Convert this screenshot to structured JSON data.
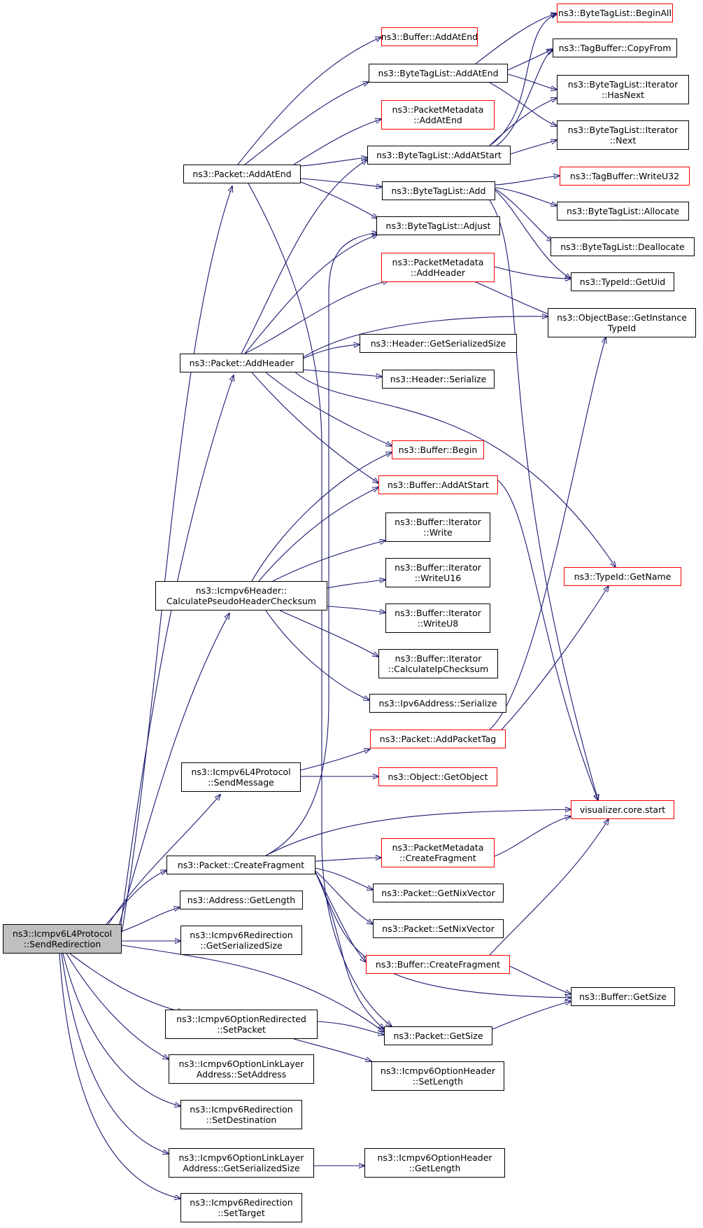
{
  "colors": {
    "edge": "#191970",
    "node_border": "#000000",
    "node_border_incomplete": "#ff0000",
    "root_fill": "#bfbfbf",
    "background": "#ffffff"
  },
  "nodes": {
    "send_redirection": [
      "ns3::Icmpv6L4Protocol",
      "::SendRedirection"
    ],
    "packet_addatend": [
      "ns3::Packet::AddAtEnd"
    ],
    "packet_addheader": [
      "ns3::Packet::AddHeader"
    ],
    "calc_pseudo": [
      "ns3::Icmpv6Header::",
      "CalculatePseudoHeaderChecksum"
    ],
    "send_message": [
      "ns3::Icmpv6L4Protocol",
      "::SendMessage"
    ],
    "create_fragment": [
      "ns3::Packet::CreateFragment"
    ],
    "address_getlength": [
      "ns3::Address::GetLength"
    ],
    "redir_getserialized": [
      "ns3::Icmpv6Redirection",
      "::GetSerializedSize"
    ],
    "optredirected_setpacket": [
      "ns3::Icmpv6OptionRedirected",
      "::SetPacket"
    ],
    "linklayer_setaddress": [
      "ns3::Icmpv6OptionLinkLayer",
      "Address::SetAddress"
    ],
    "redir_setdestination": [
      "ns3::Icmpv6Redirection",
      "::SetDestination"
    ],
    "linklayer_getserialized": [
      "ns3::Icmpv6OptionLinkLayer",
      "Address::GetSerializedSize"
    ],
    "redir_settarget": [
      "ns3::Icmpv6Redirection",
      "::SetTarget"
    ],
    "buffer_addatend": [
      "ns3::Buffer::AddAtEnd"
    ],
    "btl_addatend": [
      "ns3::ByteTagList::AddAtEnd"
    ],
    "pm_addatend": [
      "ns3::PacketMetadata",
      "::AddAtEnd"
    ],
    "btl_addatstart": [
      "ns3::ByteTagList::AddAtStart"
    ],
    "btl_add": [
      "ns3::ByteTagList::Add"
    ],
    "btl_adjust": [
      "ns3::ByteTagList::Adjust"
    ],
    "pm_addheader": [
      "ns3::PacketMetadata",
      "::AddHeader"
    ],
    "header_getserialized": [
      "ns3::Header::GetSerializedSize"
    ],
    "header_serialize": [
      "ns3::Header::Serialize"
    ],
    "buffer_begin": [
      "ns3::Buffer::Begin"
    ],
    "buffer_addatstart": [
      "ns3::Buffer::AddAtStart"
    ],
    "iter_write": [
      "ns3::Buffer::Iterator",
      "::Write"
    ],
    "iter_writeu16": [
      "ns3::Buffer::Iterator",
      "::WriteU16"
    ],
    "iter_writeu8": [
      "ns3::Buffer::Iterator",
      "::WriteU8"
    ],
    "iter_checksum": [
      "ns3::Buffer::Iterator",
      "::CalculateIpChecksum"
    ],
    "ipv6_serialize": [
      "ns3::Ipv6Address::Serialize"
    ],
    "packet_addpackettag": [
      "ns3::Packet::AddPacketTag"
    ],
    "object_getobject": [
      "ns3::Object::GetObject"
    ],
    "pm_createfragment": [
      "ns3::PacketMetadata",
      "::CreateFragment"
    ],
    "packet_getnixvector": [
      "ns3::Packet::GetNixVector"
    ],
    "packet_setnixvector": [
      "ns3::Packet::SetNixVector"
    ],
    "buffer_createfragment": [
      "ns3::Buffer::CreateFragment"
    ],
    "packet_getsize": [
      "ns3::Packet::GetSize"
    ],
    "opthdr_setlength": [
      "ns3::Icmpv6OptionHeader",
      "::SetLength"
    ],
    "opthdr_getlength": [
      "ns3::Icmpv6OptionHeader",
      "::GetLength"
    ],
    "btl_beginall": [
      "ns3::ByteTagList::BeginAll"
    ],
    "tagbuffer_copyfrom": [
      "ns3::TagBuffer::CopyFrom"
    ],
    "btl_iter_hasnext": [
      "ns3::ByteTagList::Iterator",
      "::HasNext"
    ],
    "btl_iter_next": [
      "ns3::ByteTagList::Iterator",
      "::Next"
    ],
    "tagbuffer_writeu32": [
      "ns3::TagBuffer::WriteU32"
    ],
    "btl_allocate": [
      "ns3::ByteTagList::Allocate"
    ],
    "btl_deallocate": [
      "ns3::ByteTagList::Deallocate"
    ],
    "typeid_getuid": [
      "ns3::TypeId::GetUid"
    ],
    "objectbase_getinstancetypeid": [
      "ns3::ObjectBase::GetInstance",
      "TypeId"
    ],
    "typeid_getname": [
      "ns3::TypeId::GetName"
    ],
    "visualizer_start": [
      "visualizer.core.start"
    ],
    "buffer_getsize": [
      "ns3::Buffer::GetSize"
    ]
  }
}
